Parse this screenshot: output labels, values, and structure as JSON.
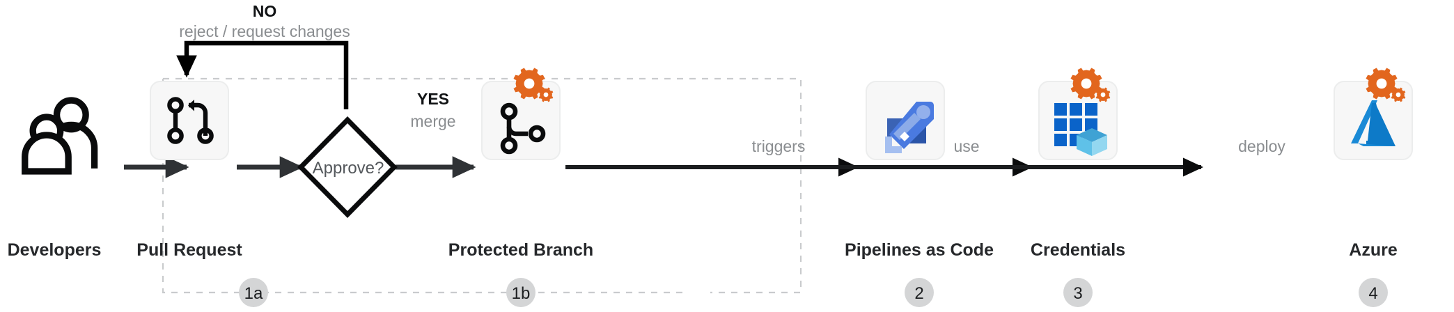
{
  "diagram": {
    "title": "Pull request to Azure deployment pipeline flow",
    "background_color": "#ffffff",
    "accent_orange": "#e2661e",
    "accent_blue": "#0c75c8",
    "card_fill": "#f7f7f7",
    "badge_fill": "#d4d5d6"
  },
  "nodes": [
    {
      "id": "developers",
      "label": "Developers",
      "icon": "two-people-icon",
      "badge": null,
      "has_card": false,
      "has_gear": false
    },
    {
      "id": "pull-request",
      "label": "Pull Request",
      "icon": "git-pull-request-icon",
      "badge": "1a",
      "has_card": true,
      "has_gear": false
    },
    {
      "id": "protected-branch",
      "label": "Protected Branch",
      "icon": "git-branch-icon",
      "badge": "1b",
      "has_card": true,
      "has_gear": true
    },
    {
      "id": "pipelines-as-code",
      "label": "Pipelines as Code",
      "icon": "azure-pipelines-rocket-icon",
      "badge": "2",
      "has_card": true,
      "has_gear": false
    },
    {
      "id": "credentials",
      "label": "Credentials",
      "icon": "azure-key-vault-icon",
      "badge": "3",
      "has_card": true,
      "has_gear": true
    },
    {
      "id": "azure",
      "label": "Azure",
      "icon": "azure-logo-icon",
      "badge": "4",
      "has_card": true,
      "has_gear": true
    }
  ],
  "decision": {
    "id": "approve-decision",
    "text": "Approve?",
    "shape": "diamond"
  },
  "edges": [
    {
      "id": "dev-to-pr",
      "label_strong": "",
      "label_soft": ""
    },
    {
      "id": "pr-to-approve",
      "label_strong": "",
      "label_soft": ""
    },
    {
      "id": "approve-no-loop",
      "label_strong": "NO",
      "label_soft": "reject / request changes"
    },
    {
      "id": "approve-yes",
      "label_strong": "YES",
      "label_soft": "merge"
    },
    {
      "id": "branch-to-pipelines",
      "label_strong": "",
      "label_soft": "triggers"
    },
    {
      "id": "pipelines-to-credentials",
      "label_strong": "",
      "label_soft": "use"
    },
    {
      "id": "credentials-to-azure",
      "label_strong": "",
      "label_soft": "deploy"
    }
  ],
  "group_box": {
    "id": "repository-group",
    "style": "dashed",
    "label": ""
  },
  "chart_data": {
    "type": "flowchart",
    "title": "Pull request to Azure deployment pipeline flow",
    "steps": [
      "Developers",
      "Pull Request",
      "Approve?",
      "Protected Branch",
      "Pipelines as Code",
      "Credentials",
      "Azure"
    ],
    "badges": [
      "1a",
      "1b",
      "2",
      "3",
      "4"
    ],
    "edge_labels": [
      "NO / reject / request changes",
      "YES / merge",
      "triggers",
      "use",
      "deploy"
    ]
  }
}
